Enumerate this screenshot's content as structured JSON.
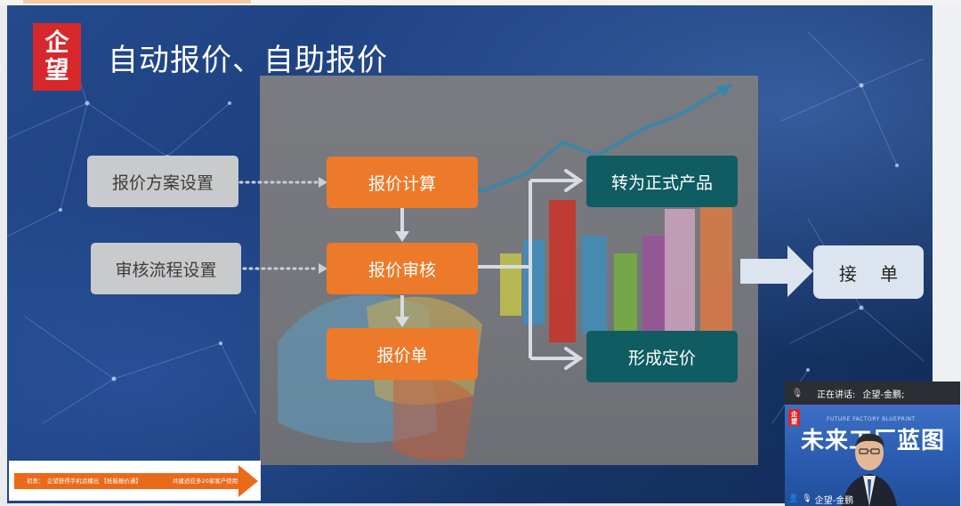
{
  "slide": {
    "title": "自动报价、自助报价",
    "logo_lines": [
      "企",
      "望"
    ]
  },
  "flow": {
    "left_boxes": [
      "报价方案设置",
      "审核流程设置"
    ],
    "center_boxes": [
      "报价计算",
      "报价审核",
      "报价单"
    ],
    "right_boxes": [
      "转为正式产品",
      "形成定价"
    ],
    "final_box": "接 单"
  },
  "banner": {
    "left_text": "初衷：　企望获得手机话播出 【纸箱报价通】",
    "right_text": "共建适应多20家客户使用"
  },
  "video": {
    "speaking_label": "正在讲话:",
    "speaker": "企望-金鹏;",
    "feed_subtitle": "FUTURE FACTORY BLUEPRINT",
    "feed_headline": "未来工厂蓝图",
    "participant_name": "企望-金鹏",
    "logo_lines": [
      "企",
      "望"
    ]
  },
  "colors": {
    "orange": "#ed7a2a",
    "teal": "#0f5c63",
    "gray": "#c9cacc",
    "logo_red": "#d7282c",
    "slide_blue": "#1d3f7e"
  }
}
